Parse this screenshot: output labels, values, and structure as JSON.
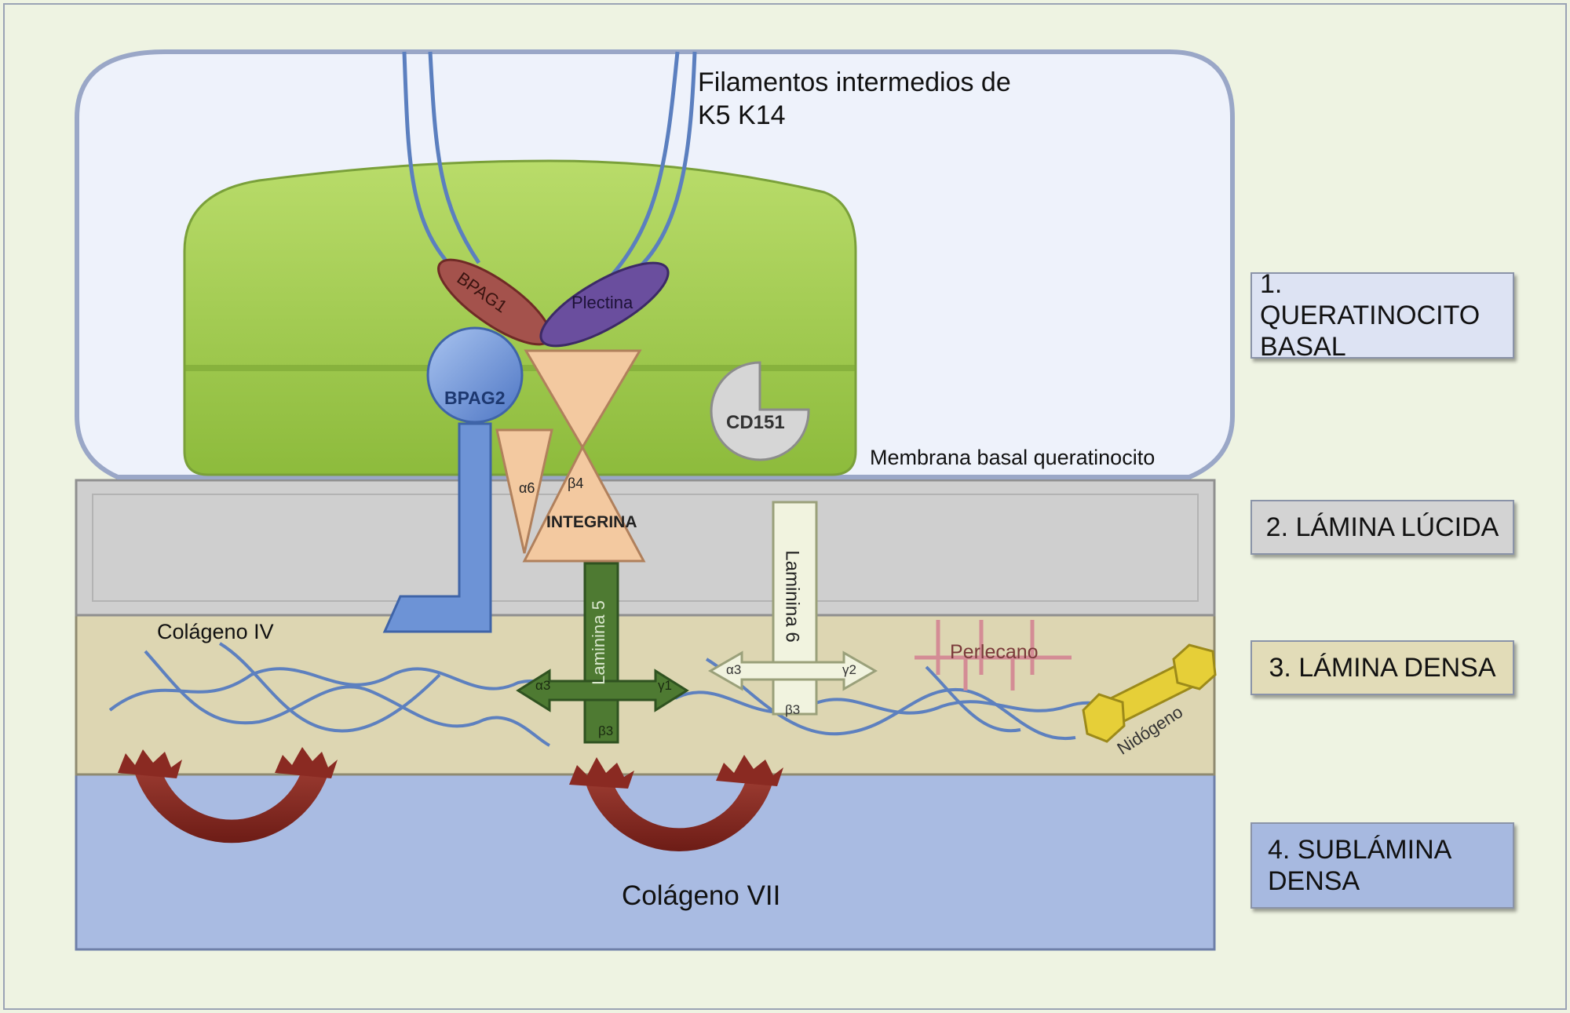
{
  "labels": {
    "filaments_line1": "Filamentos intermedios de",
    "filaments_line2": "K5 K14",
    "membrane": "Membrana basal queratinocito",
    "colageno_iv": "Colágeno IV",
    "colageno_vii": "Colágeno VII",
    "bpag1": "BPAG1",
    "plectina": "Plectina",
    "bpag2": "BPAG2",
    "cd151": "CD151",
    "integrina": "INTEGRINA",
    "alpha6": "α6",
    "beta4": "β4",
    "laminina5": "Laminina 5",
    "laminina6": "Laminina 6",
    "a3_l5": "α3",
    "g1_l5": "γ1",
    "b3_l5": "β3",
    "a3_l6": "α3",
    "g2_l6": "γ2",
    "b3_l6": "β3",
    "perlecano": "Perlecano",
    "nidogeno": "Nidógeno"
  },
  "legend": [
    {
      "line1": "1. QUERATINOCITO",
      "line2": "BASAL",
      "color": "#dde3f3"
    },
    {
      "line1": "2. LÁMINA LÚCIDA",
      "line2": "",
      "color": "#d3d3d3"
    },
    {
      "line1": "3. LÁMINA DENSA",
      "line2": "",
      "color": "#e2dcb8"
    },
    {
      "line1": "4. SUBLÁMINA",
      "line2": "DENSA",
      "color": "#a7b9e0"
    }
  ],
  "colors": {
    "background": "#eef3e2",
    "cell": "#eef2fb",
    "nucleus": "#a7d055",
    "lucida": "#cfcfcf",
    "densa": "#ddd6b2",
    "sublamina": "#a9bbe2",
    "filament": "#5b7fbf",
    "collagen_vii": "#8a2a22",
    "bpag2": "#6d93d6",
    "bpag1": "#a4524c",
    "plectina": "#6a4e9e",
    "integrin": "#f3c9a0",
    "laminin5": "#4e7a32",
    "laminin6": "#f1f3df",
    "nidogen": "#e6cf38"
  }
}
